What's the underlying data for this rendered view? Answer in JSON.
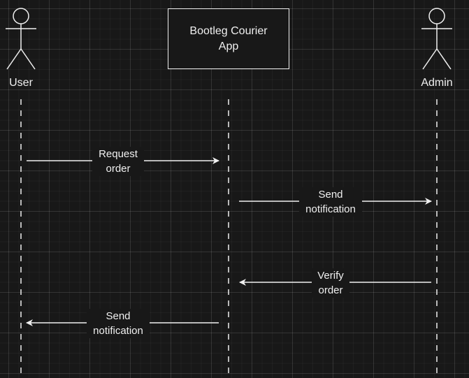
{
  "diagram": {
    "participants": [
      {
        "id": "user",
        "kind": "actor",
        "label": "User"
      },
      {
        "id": "app",
        "kind": "box",
        "label": "Bootleg Courier App"
      },
      {
        "id": "admin",
        "kind": "actor",
        "label": "Admin"
      }
    ],
    "messages": [
      {
        "from": "user",
        "to": "app",
        "label": "Request\norder"
      },
      {
        "from": "app",
        "to": "admin",
        "label": "Send\nnotification"
      },
      {
        "from": "admin",
        "to": "app",
        "label": "Verify\norder"
      },
      {
        "from": "app",
        "to": "user",
        "label": "Send\nnotification"
      }
    ],
    "colors": {
      "background": "#181818",
      "line": "#f0f0f0",
      "grid": "#2c2c2c"
    }
  }
}
